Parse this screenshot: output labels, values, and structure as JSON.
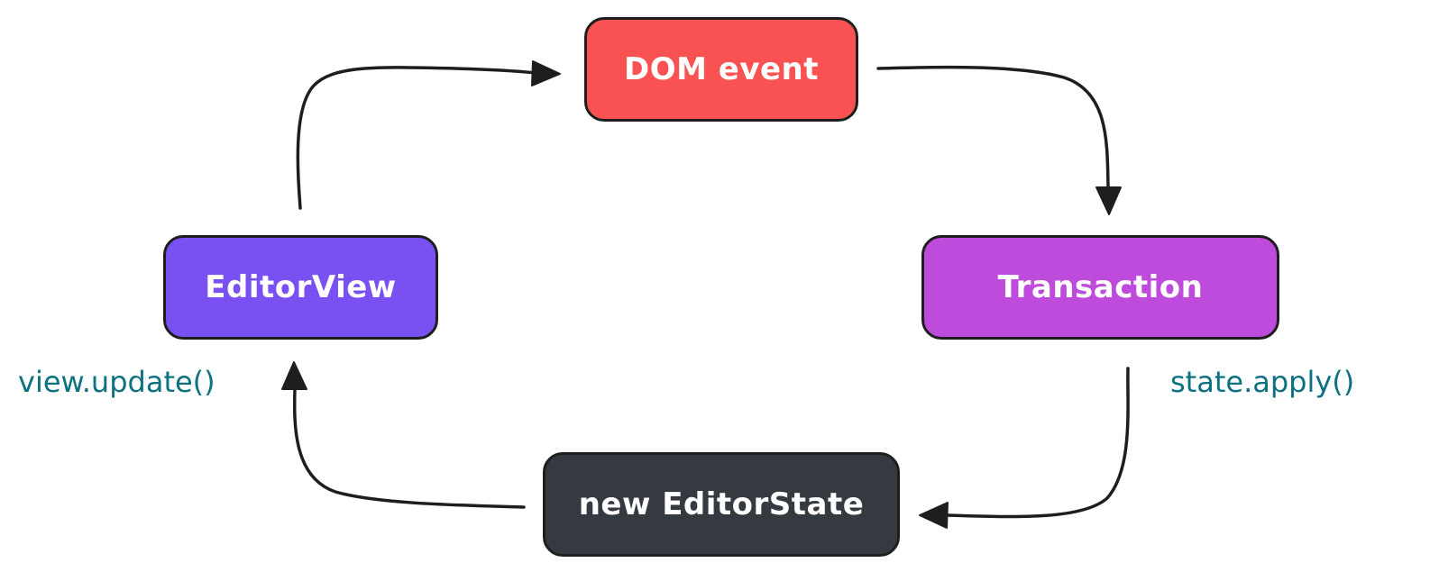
{
  "diagram": {
    "nodes": {
      "dom_event": {
        "label": "DOM event",
        "color": "#fa5252"
      },
      "transaction": {
        "label": "Transaction",
        "color": "#be4bdb"
      },
      "new_editor_state": {
        "label": "new EditorState",
        "color": "#343a40"
      },
      "editor_view": {
        "label": "EditorView",
        "color": "#7950f2"
      }
    },
    "edges": [
      {
        "from": "dom_event",
        "to": "transaction",
        "label": ""
      },
      {
        "from": "transaction",
        "to": "new_editor_state",
        "label": "state.apply()"
      },
      {
        "from": "new_editor_state",
        "to": "editor_view",
        "label": "view.update()"
      },
      {
        "from": "editor_view",
        "to": "dom_event",
        "label": ""
      }
    ],
    "label_color": "#0c7181"
  }
}
